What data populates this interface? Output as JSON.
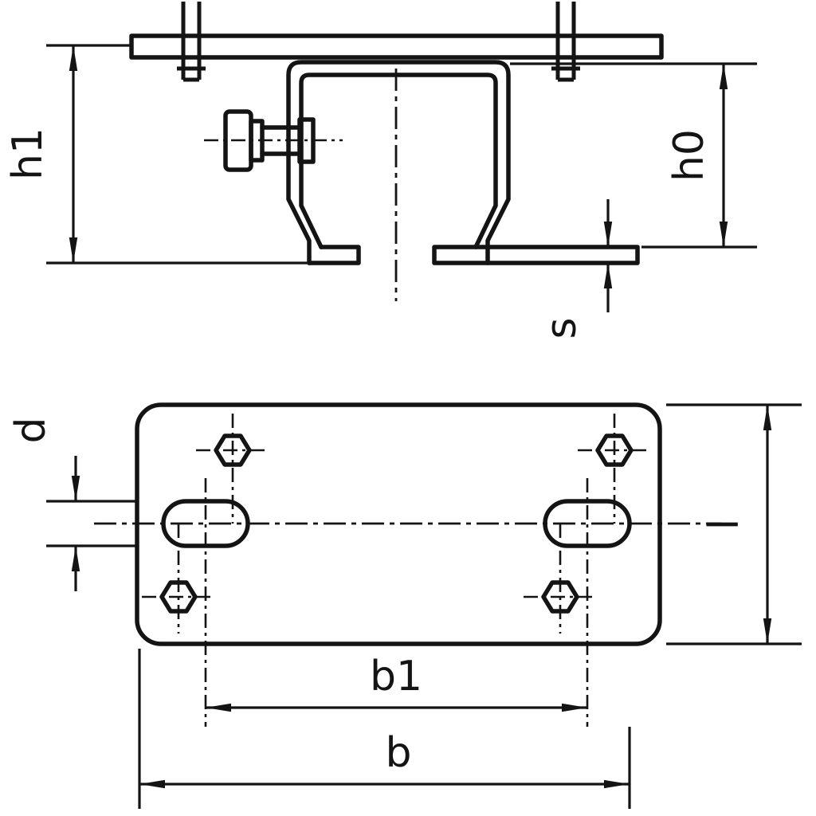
{
  "meta": {
    "background": "#ffffff",
    "line_color": "#141414"
  },
  "front_view": {
    "dims": {
      "h1": "h1",
      "h0": "h0",
      "s": "s"
    }
  },
  "plan_view": {
    "dims": {
      "d": "d",
      "l": "l",
      "b1": "b1",
      "b": "b"
    }
  }
}
